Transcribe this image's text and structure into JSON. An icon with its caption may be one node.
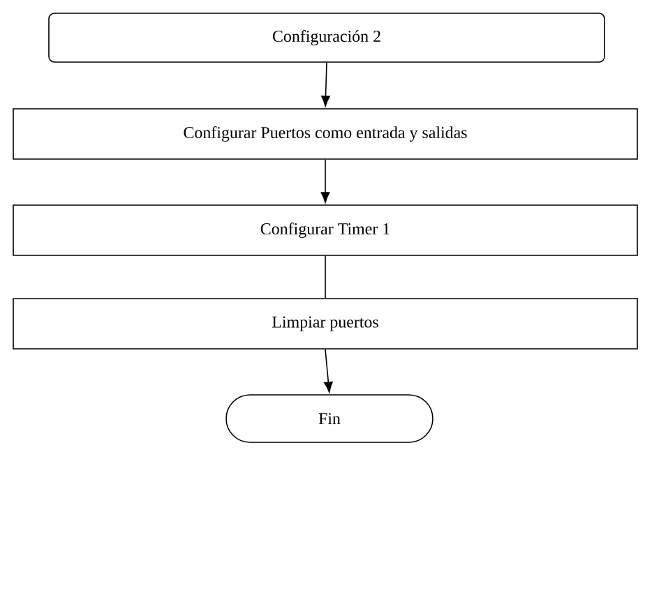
{
  "diagram": {
    "nodes": [
      {
        "text": [
          "Configuración 2"
        ]
      },
      {
        "text": [
          "Configurar Puertos como entrada y salidas"
        ]
      },
      {
        "text": [
          "Configurar Timer 1"
        ]
      },
      {
        "text": [
          "Limpiar puertos"
        ]
      },
      {
        "text": [
          "Fin"
        ]
      }
    ],
    "edges": [
      {
        "from": 0,
        "to": 1,
        "arrow": "to"
      },
      {
        "from": 1,
        "to": 2,
        "arrow": "to"
      },
      {
        "from": 2,
        "to": 3,
        "arrow": "none"
      },
      {
        "from": 3,
        "to": 4,
        "arrow": "to"
      }
    ]
  }
}
